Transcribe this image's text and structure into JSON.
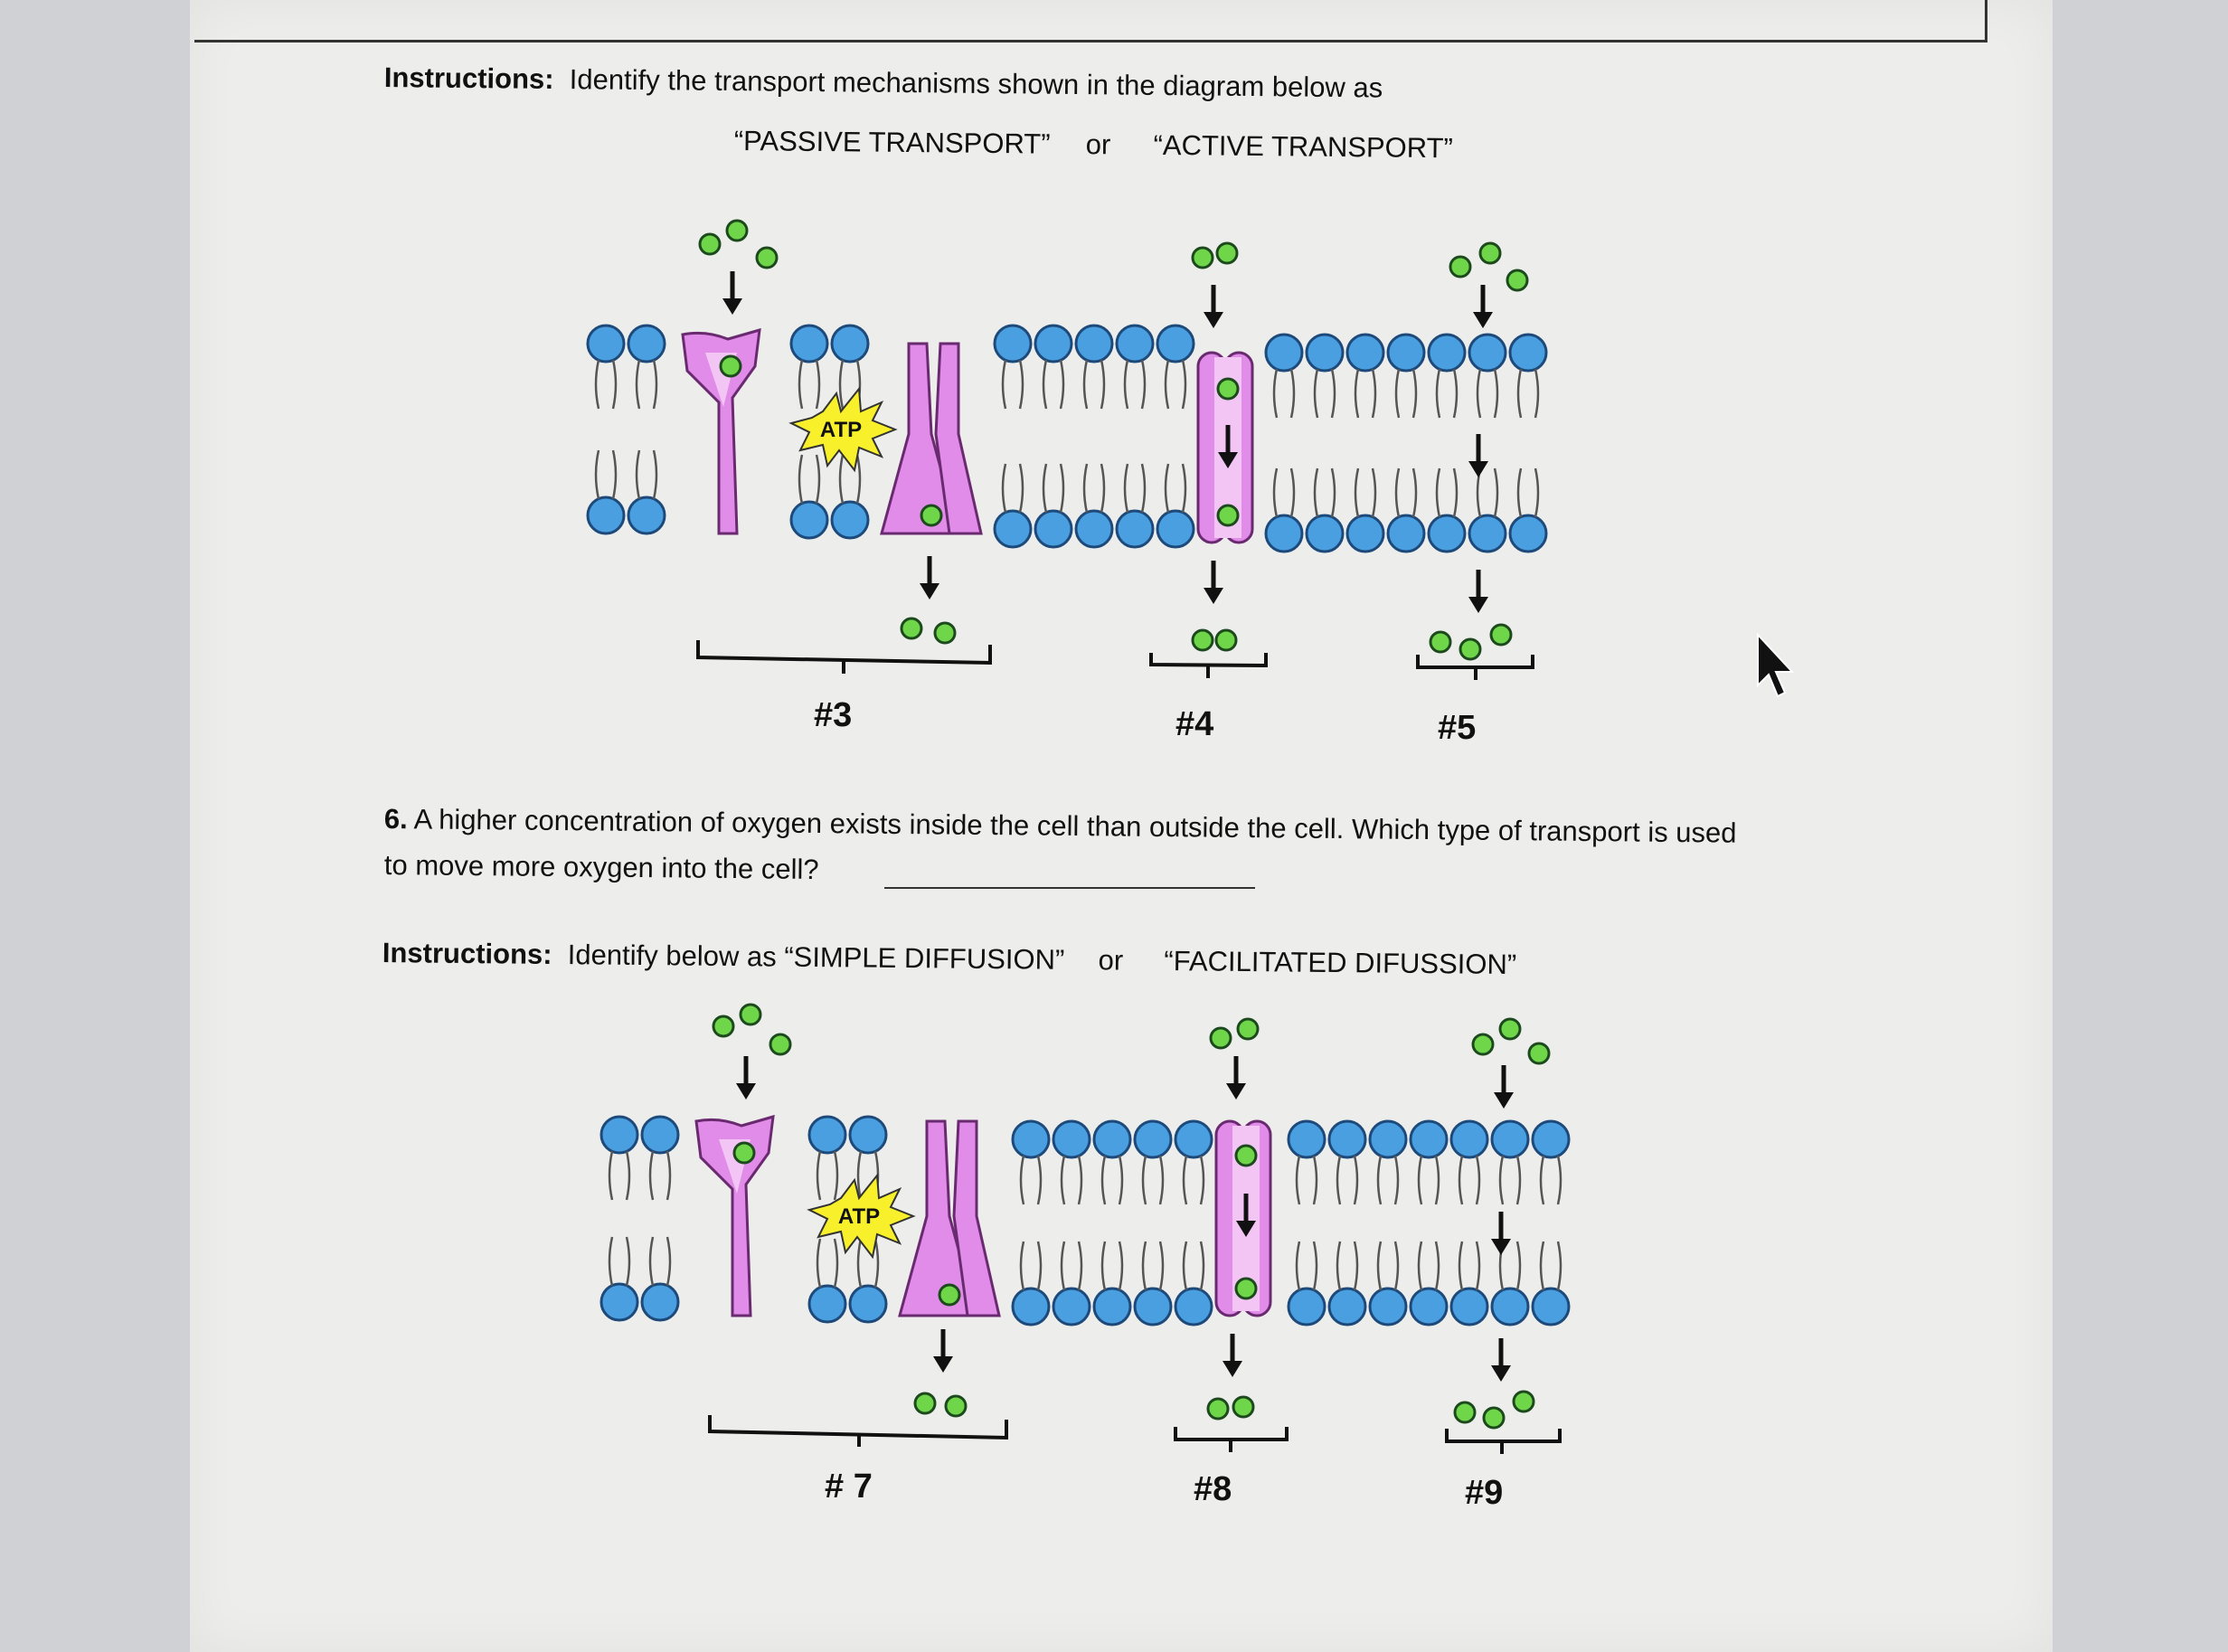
{
  "worksheet": {
    "instructions1": {
      "label": "Instructions:",
      "text": "Identify the transport mechanisms shown in the diagram below as",
      "option_a": "“PASSIVE TRANSPORT”",
      "or": "or",
      "option_b": "“ACTIVE TRANSPORT”"
    },
    "diagram1": {
      "atp_label": "ATP",
      "labels": [
        "#3",
        "#4",
        "#5"
      ]
    },
    "question6": {
      "number": "6.",
      "line1": "A higher concentration of oxygen exists inside the cell than outside the cell.  Which type of transport is used",
      "line2": "to move more oxygen into the cell?"
    },
    "instructions2": {
      "label": "Instructions:",
      "text": "Identify below as “SIMPLE DIFFUSION”",
      "or": "or",
      "option_b": "“FACILITATED DIFUSSION”"
    },
    "diagram2": {
      "atp_label": "ATP",
      "labels": [
        "# 7",
        "#8",
        "#9"
      ]
    }
  },
  "colors": {
    "phospholipid_head": "#4a9fe0",
    "protein": "#e08ce8",
    "molecule": "#6fd64a",
    "atp_burst": "#f7f02a",
    "paper": "#ededeb"
  },
  "icons": [
    "mouse-cursor-icon",
    "atp-burst-icon",
    "oxygen-molecule-icon",
    "down-arrow-icon"
  ]
}
